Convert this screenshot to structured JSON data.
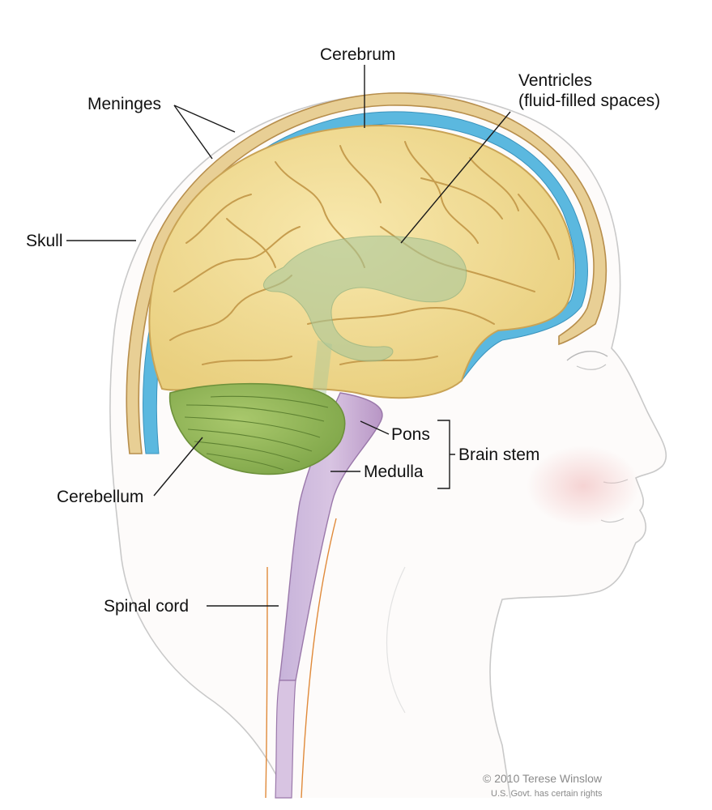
{
  "labels": {
    "cerebrum": "Cerebrum",
    "ventricles_line1": "Ventricles",
    "ventricles_line2": "(fluid-filled spaces)",
    "meninges": "Meninges",
    "skull": "Skull",
    "pons": "Pons",
    "brain_stem": "Brain stem",
    "medulla": "Medulla",
    "cerebellum": "Cerebellum",
    "spinal_cord": "Spinal cord"
  },
  "credit": {
    "line1": "© 2010 Terese Winslow",
    "line2": "U.S. Govt. has certain rights"
  },
  "colors": {
    "cerebrum": "#f3df9a",
    "cerebellum": "#93b85a",
    "brain_stem": "#c7a6cf",
    "ventricles": "#a8c79a",
    "meninges": "#5bb8df",
    "skull": "#e8cf95",
    "skin_outline": "#c9c9c9",
    "blush": "#f3c6c6"
  }
}
